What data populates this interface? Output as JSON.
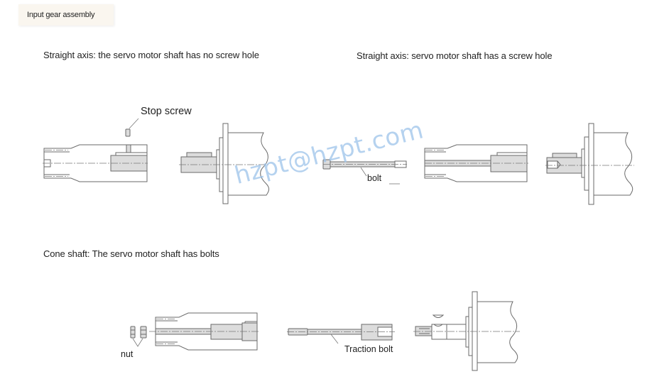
{
  "tag": {
    "label": "Input gear assembly"
  },
  "sections": [
    {
      "id": "straight-no-hole",
      "heading": "Straight axis: the servo motor shaft has no screw hole",
      "labels": [
        "Stop screw"
      ]
    },
    {
      "id": "straight-hole",
      "heading": "Straight axis: servo motor shaft has a screw hole",
      "labels": [
        "bolt"
      ]
    },
    {
      "id": "cone-shaft",
      "heading": "Cone shaft: The servo motor shaft has bolts",
      "labels": [
        "nut",
        "Traction bolt"
      ]
    }
  ],
  "watermark": "hzpt@hzpt.com",
  "colors": {
    "line": "#6a6a6a",
    "fill": "#dcdcdc",
    "tag_bg": "#faf6ef",
    "watermark": "#9dc3ea"
  }
}
